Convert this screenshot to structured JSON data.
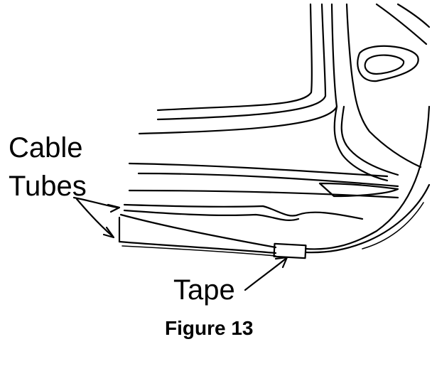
{
  "labels": {
    "cable": "Cable",
    "tubes": "Tubes",
    "tape": "Tape",
    "caption": "Figure 13"
  },
  "colors": {
    "ink": "#000000",
    "background": "#ffffff"
  }
}
